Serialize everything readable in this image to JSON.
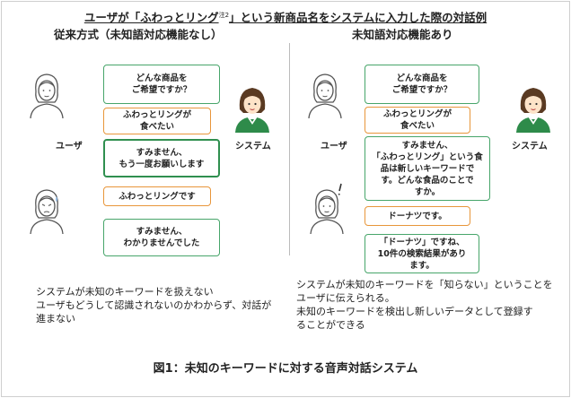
{
  "title": {
    "prefix": "ユーザが「ふわっとリング",
    "note": "注2",
    "suffix": "」という新商品名をシステムに入力した際の対話例"
  },
  "left": {
    "heading": "従来方式（未知語対応機能なし）",
    "user_label": "ユーザ",
    "system_label": "システム",
    "bubbles": [
      "どんな商品を\nご希望ですか？",
      "ふわっとリングが\n食べたい",
      "すみません、\nもう一度お願いします",
      "ふわっとリングです",
      "すみません、\nわかりませんでした"
    ],
    "description": "システムが未知のキーワードを扱えない\nユーザもどうして認識されないのかわからず、対話が\n進まない"
  },
  "right": {
    "heading": "未知語対応機能あり",
    "user_label": "ユーザ",
    "system_label": "システム",
    "bubbles": [
      "どんな商品を\nご希望ですか？",
      "ふわっとリングが\n食べたい",
      "すみません、\n「ふわっとリング」という食\n品は新しいキーワードで\nす。どんな食品のことで\nすか。",
      "ドーナツです。",
      "「ドーナツ」ですね、\n10件の検索結果があり\nます。"
    ],
    "description": "システムが未知のキーワードを「知らない」ということを\nユーザに伝えられる。\n未知のキーワードを検出し新しいデータとして登録す\nることができる"
  },
  "caption": "図1：未知のキーワードに対する音声対話システム",
  "colors": {
    "system_bubble": "#47a56a",
    "user_bubble": "#e8963a",
    "highlight": "#2f8f4f"
  }
}
